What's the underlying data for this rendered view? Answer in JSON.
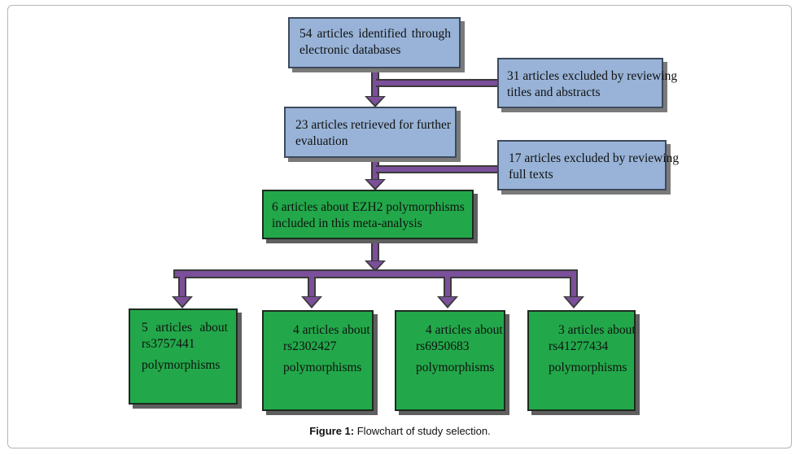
{
  "boxes": {
    "identified": {
      "line1": "54   articles   identified   through",
      "line2": "electronic databases"
    },
    "excluded1": {
      "line1": "31 articles excluded by reviewing",
      "line2": "titles and abstracts"
    },
    "retrieved": {
      "line1": "23  articles  retrieved  for  further",
      "line2": "evaluation"
    },
    "excluded2": {
      "line1": "17 articles excluded by reviewing",
      "line2": "full texts"
    },
    "included": {
      "line1": "6  articles  about  EZH2  polymorphisms",
      "line2": "included in this meta-analysis"
    },
    "snp1": {
      "line1": "5    articles    about",
      "line2": "rs3757441",
      "line3": "polymorphisms"
    },
    "snp2": {
      "line1": "4 articles about",
      "line2": "rs2302427",
      "line3": "polymorphisms"
    },
    "snp3": {
      "line1": "4 articles about",
      "line2": "rs6950683",
      "line3": "polymorphisms"
    },
    "snp4": {
      "line1": "3 articles about",
      "line2": "rs41277434",
      "line3": "polymorphisms"
    }
  },
  "caption": {
    "label": "Figure 1:",
    "text": " Flowchart of study selection."
  },
  "colors": {
    "blue_box": "#98b3d7",
    "green_box": "#22a84a",
    "arrow": "#7b4f9a",
    "connector_dark": "#3a3a3a"
  }
}
